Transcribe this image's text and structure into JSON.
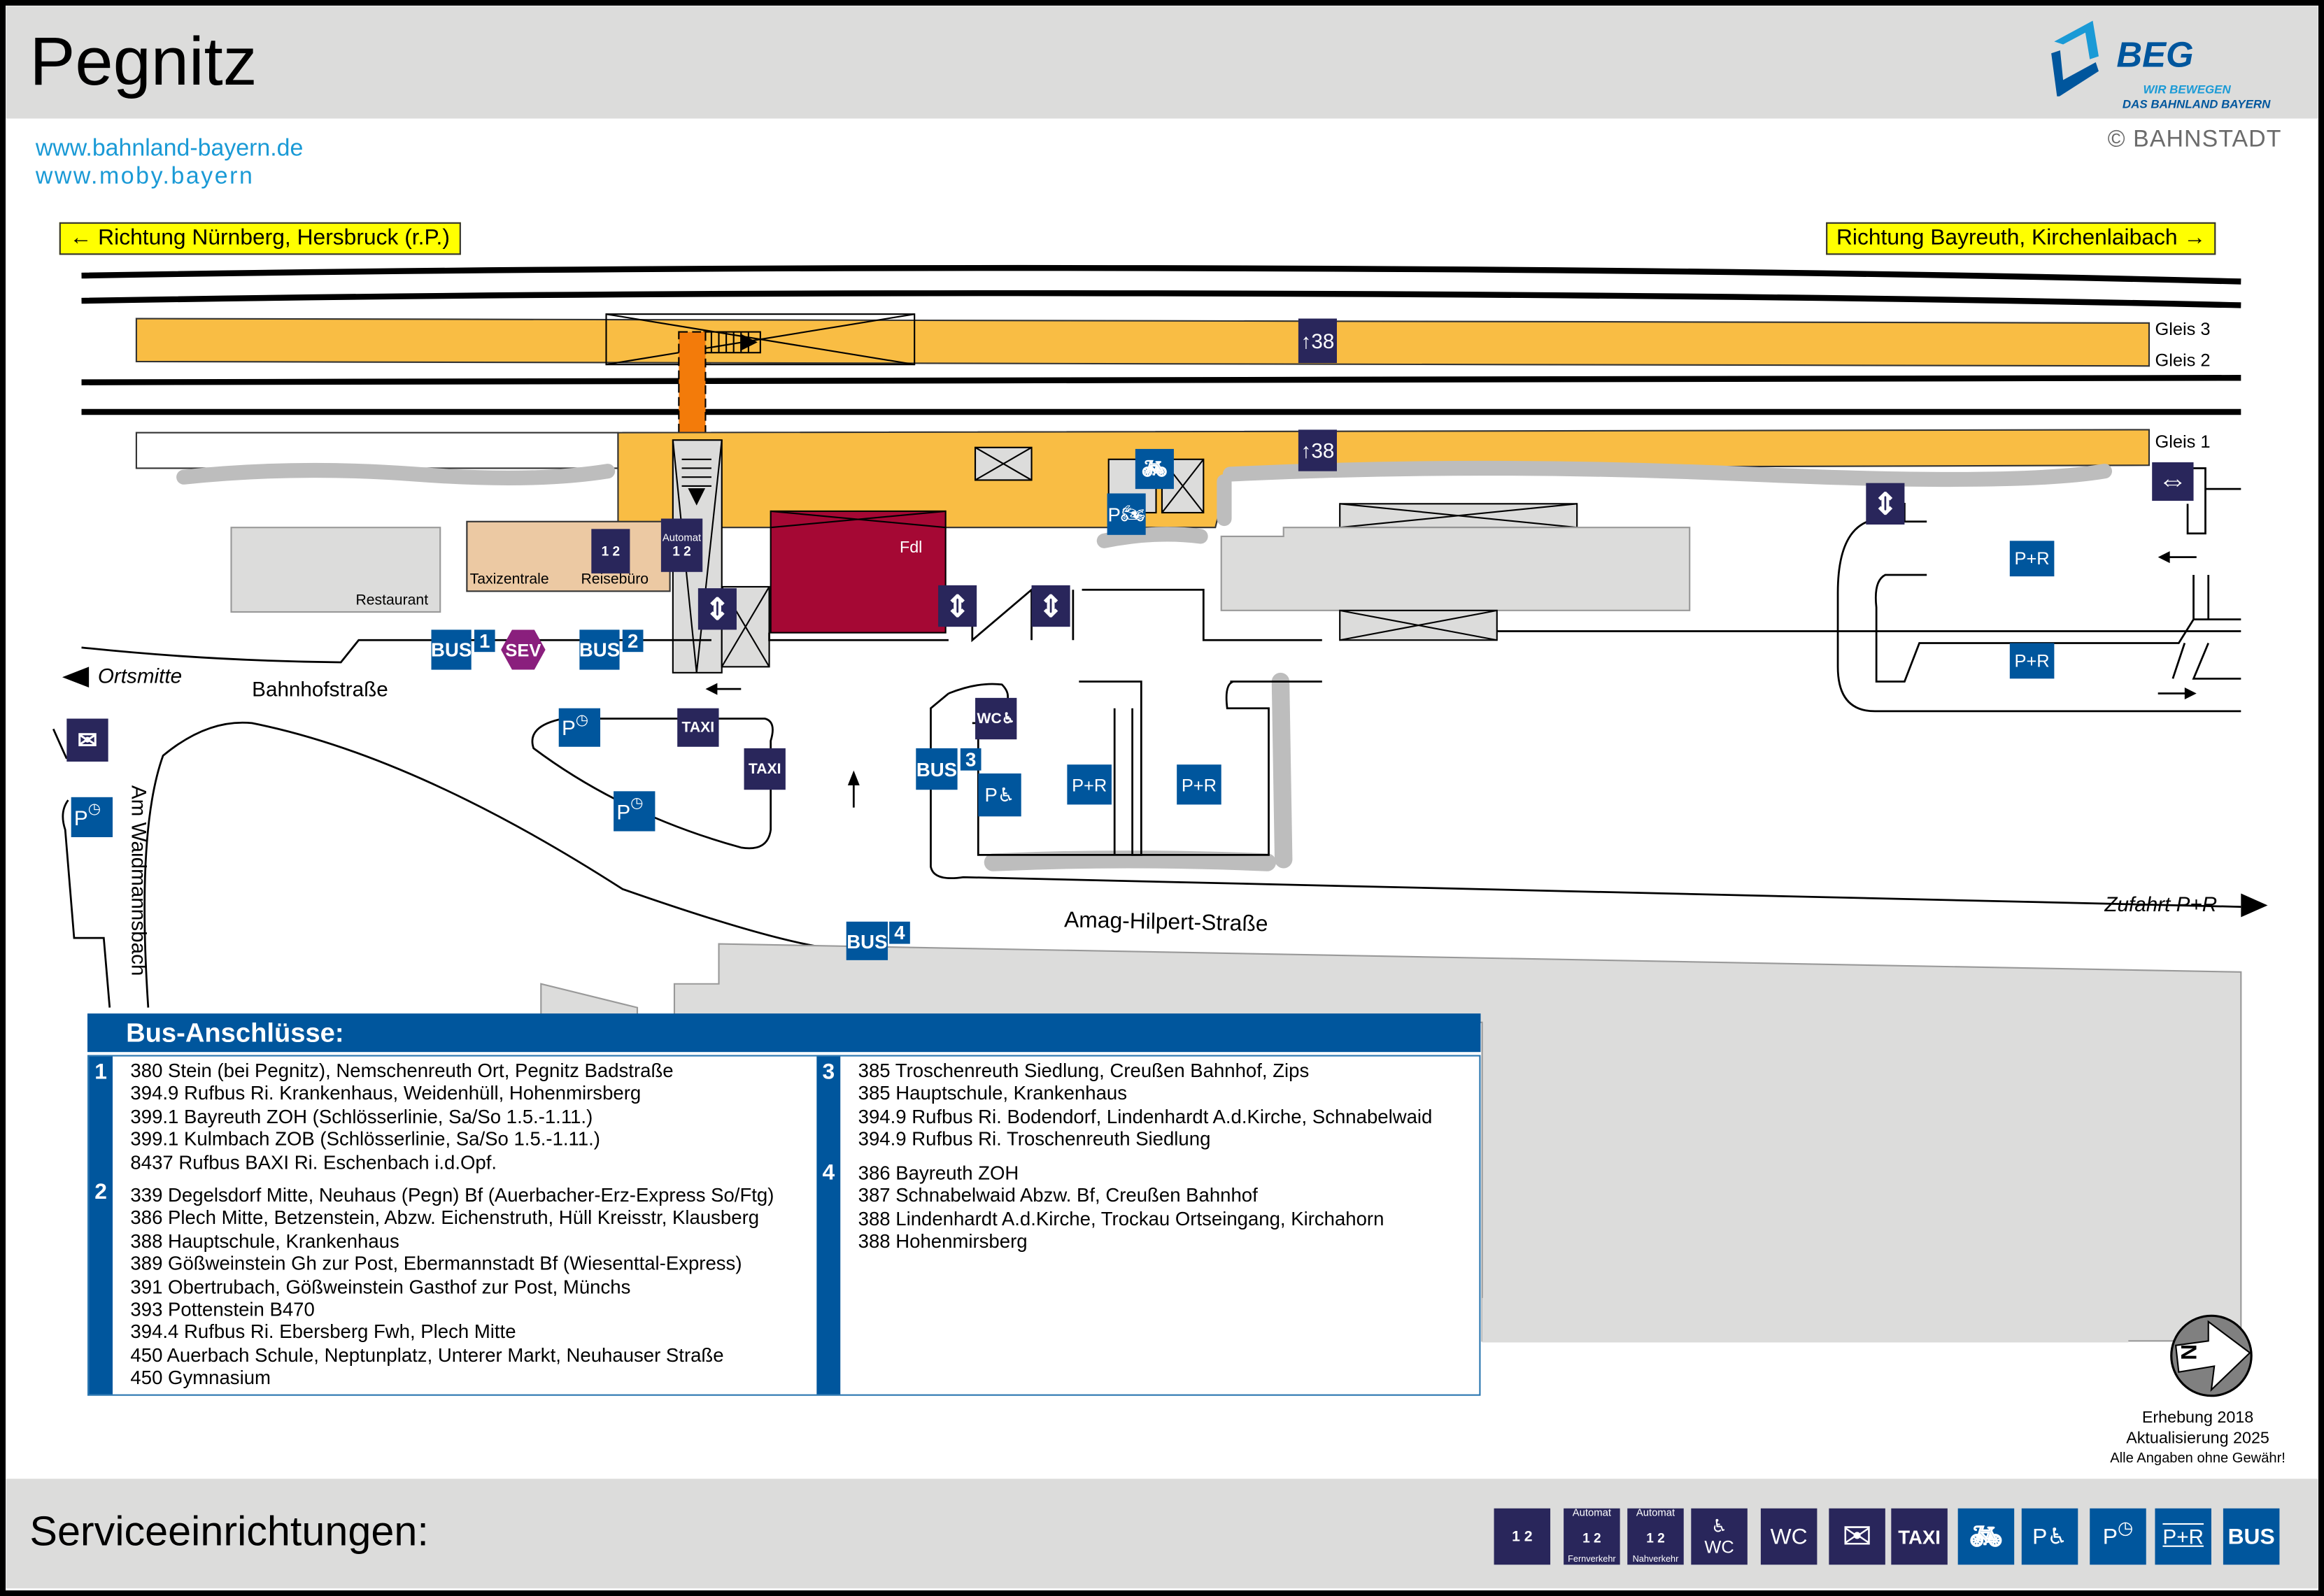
{
  "header": {
    "title": "Pegnitz",
    "logo_text": "BEG",
    "logo_tagline_1": "WIR BEWEGEN",
    "logo_tagline_2": "DAS BAHNLAND BAYERN",
    "copyright": "© BAHNSTADT",
    "links": [
      "www.bahnland-bayern.de",
      "www.moby.bayern"
    ]
  },
  "directions": {
    "west": "← Richtung Nürnberg, Hersbruck (r.P.)",
    "east": "Richtung Bayreuth, Kirchenlaibach →"
  },
  "tracks": {
    "gleis_3": "Gleis 3",
    "gleis_2": "Gleis 2",
    "gleis_1": "Gleis 1",
    "platform_height_sign": "38"
  },
  "map_labels": {
    "restaurant": "Restaurant",
    "taxizentrale": "Taxizentrale",
    "reisebuero": "Reisebüro",
    "automat": "Automat",
    "fdl": "Fdl",
    "ortsmitte": "Ortsmitte",
    "bahnhofstrasse": "Bahnhofstraße",
    "am_waidmannsbach": "Am Waidmannsbach",
    "amag_hilpert_strasse": "Amag-Hilpert-Straße",
    "zufahrt_pr": "Zufahrt P+R"
  },
  "map_signs": {
    "bus": "BUS",
    "sev": "SEV",
    "taxi": "TAXI",
    "p": "P",
    "pr": "P+R",
    "wc": "WC",
    "stops": [
      "1",
      "2",
      "3",
      "4"
    ]
  },
  "bus_connections": {
    "title": "Bus-Anschlüsse:",
    "groups": [
      {
        "stop": "1",
        "lines": [
          "380 Stein (bei Pegnitz), Nemschenreuth Ort, Pegnitz Badstraße",
          "394.9 Rufbus Ri. Krankenhaus, Weidenhüll, Hohenmirsberg",
          "399.1 Bayreuth ZOH (Schlösserlinie, Sa/So 1.5.-1.11.)",
          "399.1 Kulmbach ZOB (Schlösserlinie, Sa/So 1.5.-1.11.)",
          "8437 Rufbus BAXI Ri. Eschenbach i.d.Opf."
        ]
      },
      {
        "stop": "2",
        "lines": [
          "339 Degelsdorf Mitte, Neuhaus (Pegn) Bf (Auerbacher-Erz-Express So/Ftg)",
          "386 Plech Mitte, Betzenstein, Abzw. Eichenstruth, Hüll Kreisstr, Klausberg",
          "388 Hauptschule, Krankenhaus",
          "389 Gößweinstein Gh zur Post, Ebermannstadt Bf (Wiesenttal-Express)",
          "391 Obertrubach, Gößweinstein Gasthof zur Post, Münchs",
          "393 Pottenstein B470",
          "394.4 Rufbus Ri. Ebersberg Fwh, Plech Mitte",
          "450 Auerbach Schule, Neptunplatz, Unterer Markt, Neuhauser Straße",
          "450 Gymnasium"
        ]
      },
      {
        "stop": "3",
        "lines": [
          "385 Troschenreuth Siedlung, Creußen Bahnhof, Zips",
          "385 Hauptschule, Krankenhaus",
          "394.9 Rufbus Ri. Bodendorf, Lindenhardt A.d.Kirche, Schnabelwaid",
          "394.9 Rufbus Ri. Troschenreuth Siedlung"
        ]
      },
      {
        "stop": "4",
        "lines": [
          "386 Bayreuth ZOH",
          "387 Schnabelwaid Abzw. Bf, Creußen Bahnhof",
          "388 Lindenhardt A.d.Kirche, Trockau Ortseingang, Kirchahorn",
          "388 Hohenmirsberg"
        ]
      }
    ]
  },
  "compass": {
    "letter": "N"
  },
  "credits": {
    "survey": "Erhebung 2018",
    "update": "Aktualisierung 2025",
    "disclaimer": "Alle Angaben ohne Gewähr!"
  },
  "footer": {
    "label": "Serviceeinrichtungen:",
    "services": [
      {
        "icon": "ticket-office-icon",
        "top": "",
        "bottom": "",
        "text": "1 2"
      },
      {
        "icon": "ticket-machine-icon",
        "top": "Automat",
        "bottom": "Fernverkehr",
        "text": "1 2"
      },
      {
        "icon": "ticket-machine-icon",
        "top": "Automat",
        "bottom": "Nahverkehr",
        "text": "1 2"
      },
      {
        "icon": "accessible-wc-icon",
        "top": "",
        "bottom": "",
        "text": "WC"
      },
      {
        "icon": "wc-icon",
        "top": "",
        "bottom": "",
        "text": "WC"
      },
      {
        "icon": "post-icon",
        "top": "",
        "bottom": "",
        "text": ""
      },
      {
        "icon": "taxi-icon",
        "top": "",
        "bottom": "",
        "text": "TAXI"
      },
      {
        "icon": "bicycle-parking-icon",
        "top": "",
        "bottom": "",
        "text": ""
      },
      {
        "icon": "accessible-parking-icon",
        "top": "",
        "bottom": "",
        "text": "P"
      },
      {
        "icon": "short-term-parking-icon",
        "top": "",
        "bottom": "",
        "text": "P"
      },
      {
        "icon": "park-and-ride-icon",
        "top": "",
        "bottom": "",
        "text": "P+R"
      },
      {
        "icon": "bus-icon",
        "top": "",
        "bottom": "",
        "text": "BUS"
      }
    ]
  },
  "colors": {
    "platform": "#f9bd44",
    "navy_sign": "#29265b",
    "blue_sign": "#00569d",
    "fdl_building": "#a50834",
    "sev": "#8a1f7d",
    "stairs_orange": "#f37b0a",
    "direction_bg": "#ffff00",
    "link": "#1a9ad6"
  }
}
